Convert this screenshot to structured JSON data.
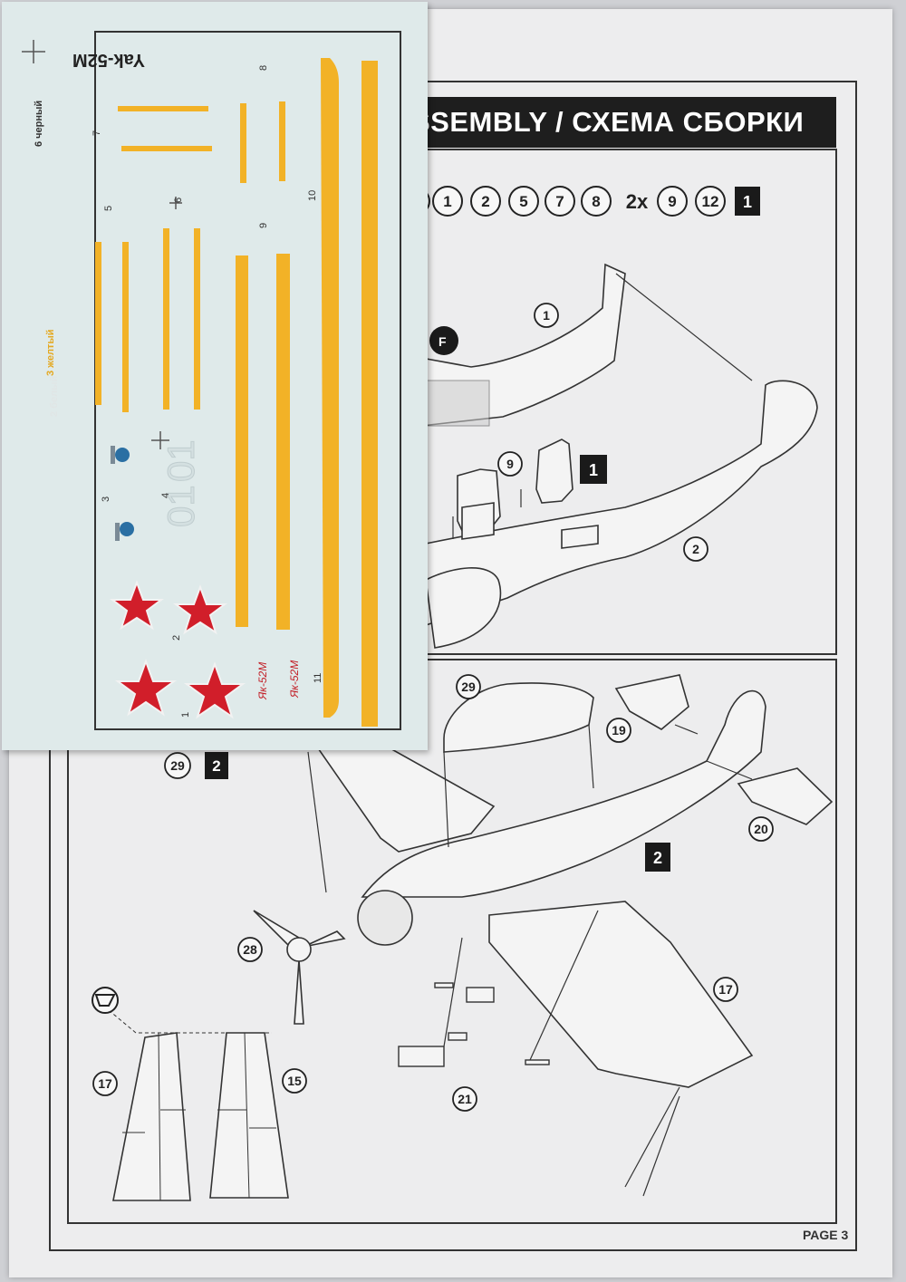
{
  "instructions": {
    "banner_title": "SSEMBLY / СХЕМА СБОРКИ",
    "page_label": "PAGE 3",
    "step1": {
      "parts_row": [
        "1",
        "2",
        "5",
        "7",
        "8"
      ],
      "multiplier": "2x",
      "paired_parts": [
        "9",
        "12"
      ],
      "step_number": "1",
      "callouts": [
        "1",
        "9",
        "2"
      ],
      "paint_code": "F"
    },
    "step2": {
      "header_part": "29",
      "step_number": "2",
      "callouts": [
        "29",
        "19",
        "20",
        "28",
        "17",
        "21"
      ]
    },
    "detail": {
      "callouts": [
        "17",
        "15"
      ]
    }
  },
  "decal_sheet": {
    "title": "Yak-52M",
    "colors_legend": {
      "black": "6 черный",
      "white": "2 белый",
      "yellow": "3 желтый"
    },
    "numbers": [
      "1",
      "2",
      "3",
      "4",
      "5",
      "6",
      "7",
      "8",
      "9",
      "10",
      "11"
    ],
    "tail_number": "01",
    "type_marking": "Як-52М",
    "colors": {
      "yellow": "#f2b227",
      "red": "#d11e2a",
      "sheet": "#dfeaea"
    }
  }
}
